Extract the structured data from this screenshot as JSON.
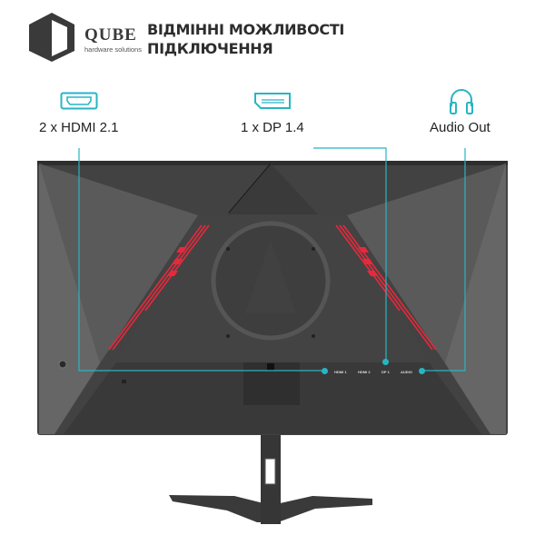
{
  "brand": {
    "name": "QUBE",
    "tagline": "hardware solutions"
  },
  "headline": {
    "line1": "ВІДМІННІ МОЖЛИВОСТІ",
    "line2": "ПІДКЛЮЧЕННЯ"
  },
  "features": [
    {
      "icon": "hdmi-port-icon",
      "label": "2 x HDMI 2.1"
    },
    {
      "icon": "displayport-icon",
      "label": "1 x DP 1.4"
    },
    {
      "icon": "headphones-icon",
      "label": "Audio Out"
    }
  ],
  "ports": [
    {
      "label": "HDMI 1"
    },
    {
      "label": "HDMI 2"
    },
    {
      "label": "DP 1"
    },
    {
      "label": "AUDIO"
    }
  ],
  "colors": {
    "accent": "#27b5c4",
    "monitor_body": "#3c3c3c",
    "led_red": "#e8283c"
  }
}
